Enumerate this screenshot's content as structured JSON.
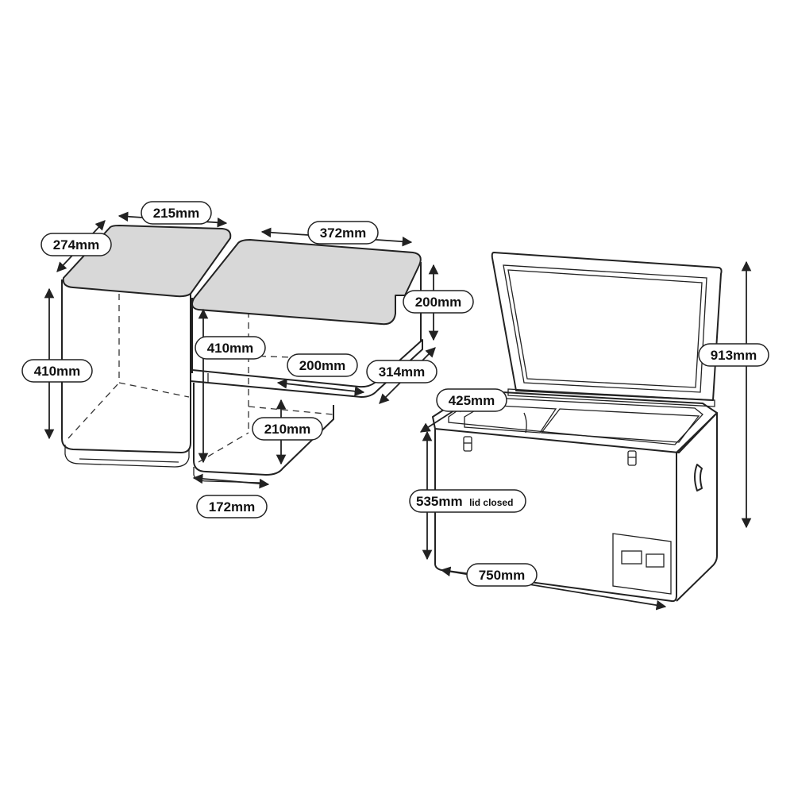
{
  "labels": {
    "left_basket_width": "215mm",
    "left_basket_depth": "274mm",
    "left_basket_height": "410mm",
    "right_basket_width": "372mm",
    "right_basket_upper_height": "200mm",
    "right_basket_height": "410mm",
    "right_basket_inner_width": "200mm",
    "right_basket_depth": "314mm",
    "right_basket_lower_height": "210mm",
    "right_basket_lower_depth": "172mm",
    "fridge_inner_depth": "425mm",
    "fridge_height_open": "913mm",
    "fridge_height_closed": "535mm",
    "fridge_height_closed_note": "lid closed",
    "fridge_width": "750mm"
  },
  "colors": {
    "line": "#222222",
    "top_fill": "#d8d8d8",
    "background": "#ffffff"
  }
}
